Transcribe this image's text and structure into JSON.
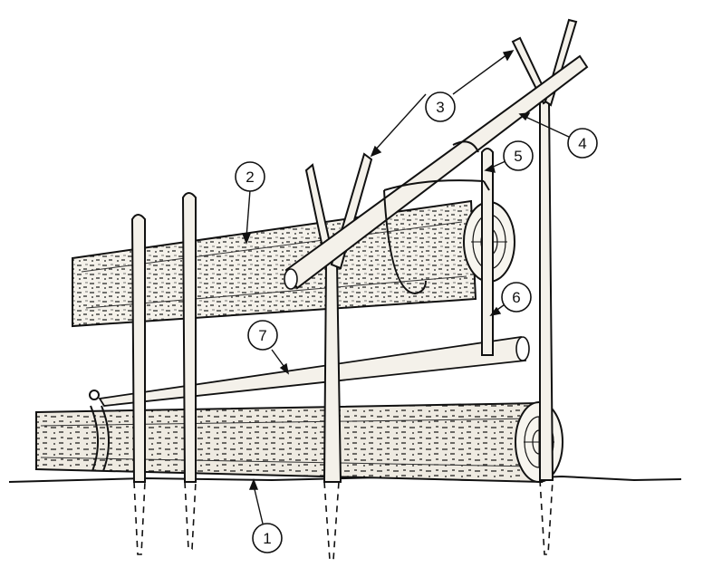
{
  "colors": {
    "ink": "#111111",
    "wood_light": "#f4f1ea",
    "wood_shade": "#b8b2a5",
    "paper": "#ffffff"
  },
  "callouts": [
    {
      "label": "1"
    },
    {
      "label": "2"
    },
    {
      "label": "3"
    },
    {
      "label": "4"
    },
    {
      "label": "5"
    },
    {
      "label": "6"
    },
    {
      "label": "7"
    }
  ]
}
